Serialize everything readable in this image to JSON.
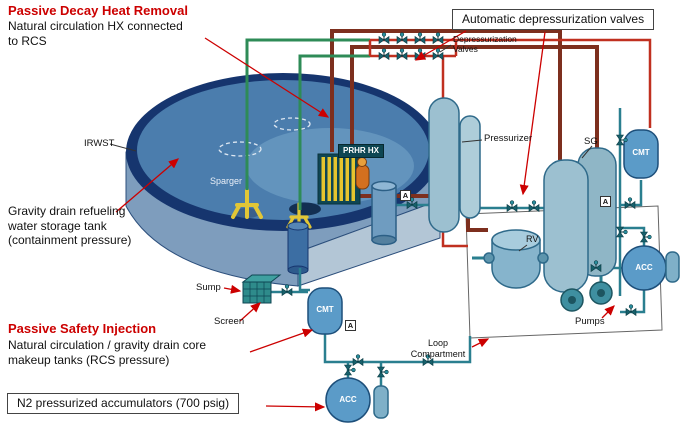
{
  "titles": {
    "pdhr": "Passive Decay Heat Removal",
    "psi": "Passive Safety Injection"
  },
  "annotations": {
    "pdhr_desc": "Natural circulation HX connected\nto RCS",
    "adv": "Automatic depressurization valves",
    "gravity_drain": "Gravity drain refueling\nwater storage tank\n(containment pressure)",
    "psi_desc": "Natural circulation / gravity drain core\nmakeup tanks (RCS pressure)",
    "n2_acc": "N2 pressurized accumulators (700 psig)"
  },
  "component_labels": {
    "irwst": "IRWST",
    "sparger": "Sparger",
    "prhr_hx": "PRHR HX",
    "depress_valves": "Depressurization\nValves",
    "pressurizer": "Pressurizer",
    "sg": "SG",
    "cmt": "CMT",
    "rv": "RV",
    "acc": "ACC",
    "sump": "Sump",
    "screen": "Screen",
    "pumps": "Pumps",
    "loop_compartment": "Loop\nCompartment",
    "a_marker": "A"
  },
  "colors": {
    "title_red": "#cc0000",
    "arrow_red": "#cc0000",
    "tank_rim": "#16356e",
    "water_blue": "#4b7dad",
    "tank_body": "#7e9dbd",
    "vessel_teal": "#9cc0d0",
    "cmt_blue": "#5b9bc8",
    "pipe_maroon": "#7d2f1e",
    "pipe_red": "#c03020",
    "pipe_green": "#2e8b57",
    "pipe_teal": "#2a7f8f",
    "hx_yellow": "#e6c52e"
  }
}
